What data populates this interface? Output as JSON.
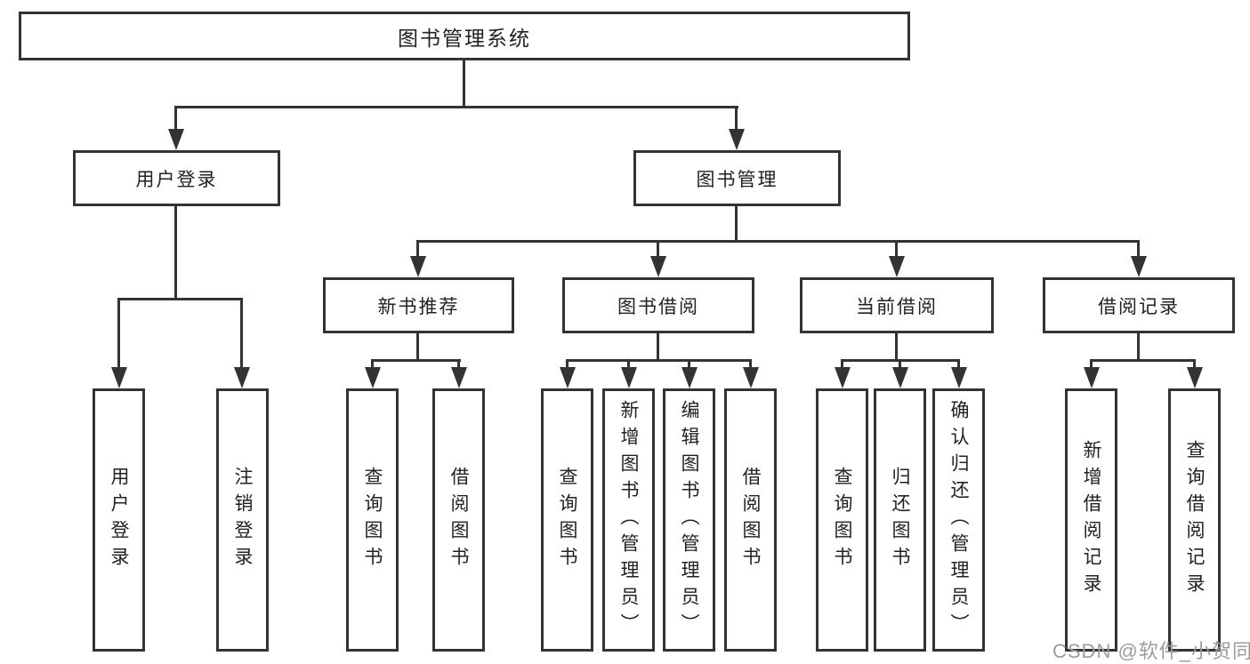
{
  "tree": {
    "root": {
      "label": "图书管理系统"
    },
    "level2": [
      {
        "label": "用户登录"
      },
      {
        "label": "图书管理"
      }
    ],
    "level3": [
      {
        "label": "新书推荐"
      },
      {
        "label": "图书借阅"
      },
      {
        "label": "当前借阅"
      },
      {
        "label": "借阅记录"
      }
    ],
    "leaves": {
      "login": [
        "用户登录",
        "注销登录"
      ],
      "recommend": [
        "查询图书",
        "借阅图书"
      ],
      "borrow": [
        "查询图书",
        "新增图书（管理员）",
        "编辑图书（管理员）",
        "借阅图书"
      ],
      "current": [
        "查询图书",
        "归还图书",
        "确认归还（管理员）"
      ],
      "records": [
        "新增借阅记录",
        "查询借阅记录"
      ]
    }
  },
  "watermark": {
    "text": "CSDN @软件_小贺同学"
  },
  "colors": {
    "line": "#333333",
    "text": "#222222",
    "watermark": "#9c9c9c",
    "background": "#ffffff"
  }
}
